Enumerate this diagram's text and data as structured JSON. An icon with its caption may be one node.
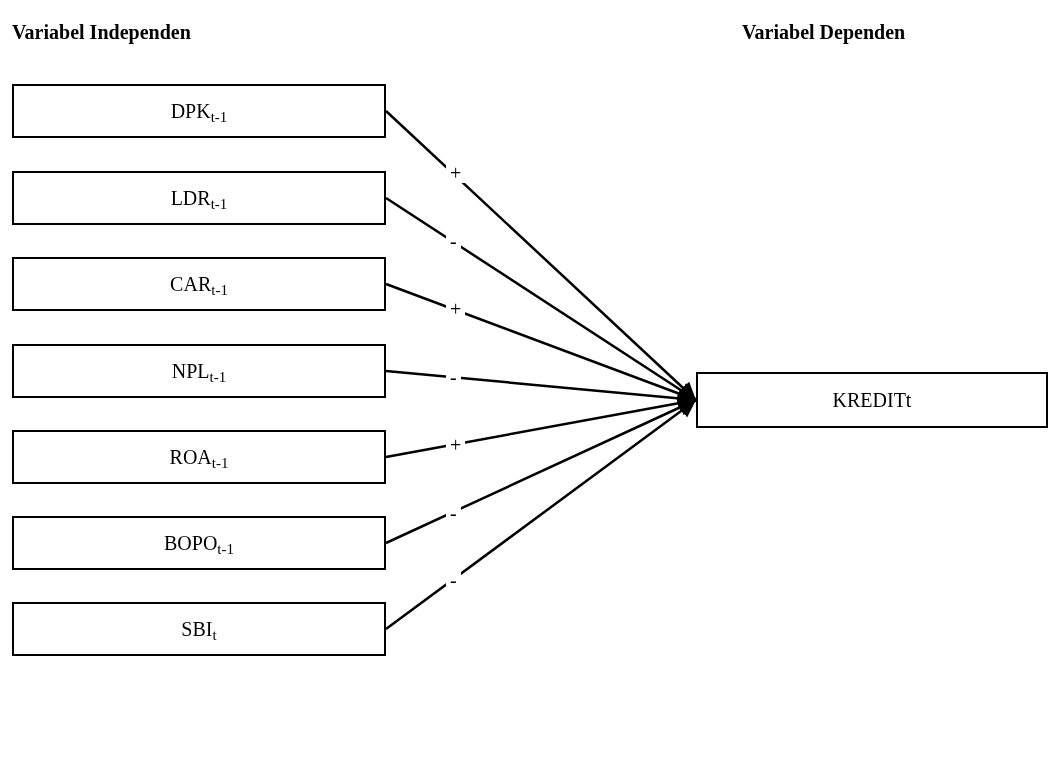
{
  "diagram": {
    "nodes": [
      {
        "text": [
          "DPK$_{t-1}$"
        ]
      },
      {
        "text": [
          "LDR$_{t-1}$"
        ]
      },
      {
        "text": [
          "CAR$_{t-1}$"
        ]
      },
      {
        "text": [
          "NPL$_{t-1}$"
        ]
      },
      {
        "text": [
          "ROA$_{t-1}$"
        ]
      },
      {
        "text": [
          "BOPO$_{t-1}$"
        ]
      },
      {
        "text": [
          "SBI$_{t}$"
        ]
      },
      {
        "text": [
          "KREDITt"
        ]
      }
    ],
    "edges": [
      {
        "from": 0,
        "to": 7,
        "arrow": "to",
        "label": "+"
      },
      {
        "from": 1,
        "to": 7,
        "arrow": "to",
        "label": "-"
      },
      {
        "from": 2,
        "to": 7,
        "arrow": "to",
        "label": "+"
      },
      {
        "from": 3,
        "to": 7,
        "arrow": "to",
        "label": "-"
      },
      {
        "from": 4,
        "to": 7,
        "arrow": "to",
        "label": "+"
      },
      {
        "from": 5,
        "to": 7,
        "arrow": "to",
        "label": "-"
      },
      {
        "from": 6,
        "to": 7,
        "arrow": "to",
        "label": "-"
      }
    ],
    "labels": [
      "Variabel Independen",
      "Variabel Dependen"
    ]
  }
}
